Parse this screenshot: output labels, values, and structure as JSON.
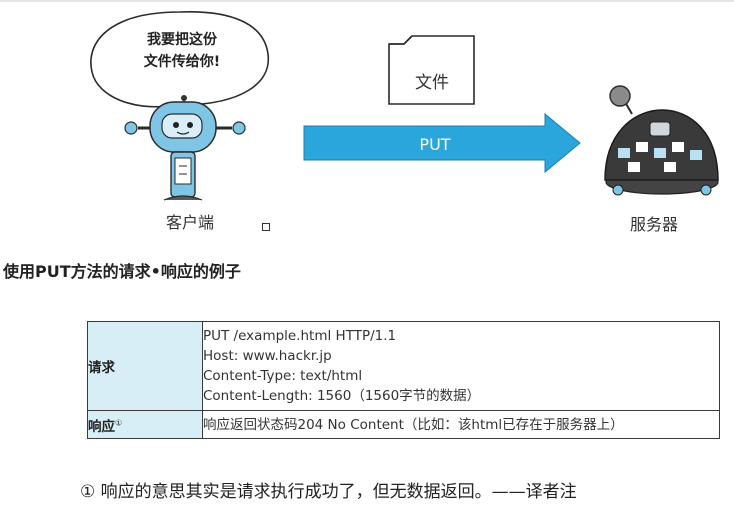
{
  "diagram": {
    "bubble_text": [
      "我要把这份",
      "文件传给你!"
    ],
    "file_label": "文件",
    "arrow_label": "PUT",
    "client_label": "客户端",
    "server_label": "服务器",
    "colors": {
      "arrow": "#2aa6dc",
      "robot": "#7fc6e6",
      "server": "#3a3a3a"
    }
  },
  "caption": "使用PUT方法的请求•响应的例子",
  "table": {
    "request_label": "请求",
    "request_lines": [
      "PUT /example.html HTTP/1.1",
      "Host: www.hackr.jp",
      "Content-Type: text/html",
      "Content-Length: 1560（1560字节的数据）"
    ],
    "response_label": "响应",
    "response_footnote": "①",
    "response_text": "响应返回状态码204 No Content（比如：该html已存在于服务器上）",
    "header_bg": "#d8eef7"
  },
  "note": "① 响应的意思其实是请求执行成功了，但无数据返回。——译者注"
}
